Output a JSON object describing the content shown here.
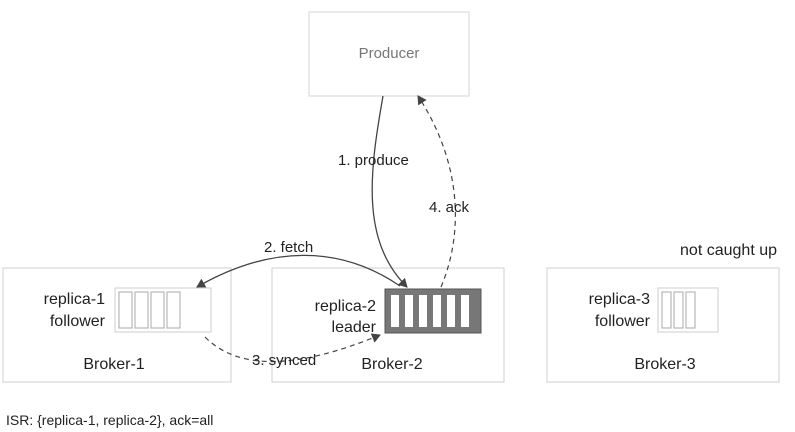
{
  "producer": {
    "label": "Producer"
  },
  "brokers": [
    {
      "name": "Broker-1",
      "replica": "replica-1",
      "role": "follower"
    },
    {
      "name": "Broker-2",
      "replica": "replica-2",
      "role": "leader"
    },
    {
      "name": "Broker-3",
      "replica": "replica-3",
      "role": "follower",
      "note": "not caught up"
    }
  ],
  "edges": {
    "produce": "1. produce",
    "fetch": "2. fetch",
    "synced": "3. synced",
    "ack": "4. ack"
  },
  "footer": "ISR: {replica-1, replica-2}, ack=all",
  "colors": {
    "line": "#444444",
    "box_border": "#cfcfcf",
    "leader_log": "#555555"
  }
}
